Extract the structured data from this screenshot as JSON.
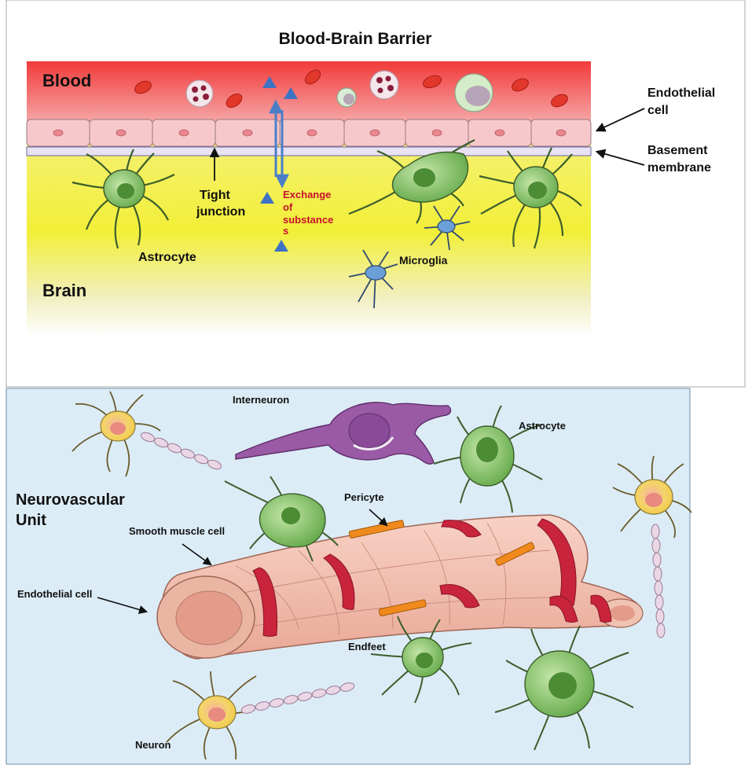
{
  "bbb": {
    "title": "Blood-Brain Barrier",
    "blood_label": "Blood",
    "brain_label": "Brain",
    "endothelial_label": [
      "Endothelial",
      "cell"
    ],
    "basement_label": [
      "Basement",
      "membrane"
    ],
    "tight_label": [
      "Tight",
      "junction"
    ],
    "exchange_label": [
      "Exchange",
      "of",
      "substance",
      "s"
    ],
    "astrocyte_label": "Astrocyte",
    "microglia_label": "Microglia"
  },
  "nvu": {
    "title": [
      "Neurovascular",
      "Unit"
    ],
    "interneuron_label": "Interneuron",
    "astrocyte_label": "Astrocyte",
    "pericyte_label": "Pericyte",
    "smooth_muscle_label": "Smooth muscle cell",
    "endothelial_label": "Endothelial cell",
    "endfeet_label": "Endfeet",
    "neuron_label": "Neuron"
  },
  "colors": {
    "blood": "#f04848",
    "brain": "#f3ef2a",
    "endothelium": "#f6c6c8",
    "astrocyte": "#86c46a",
    "microglia": "#7aa6d8",
    "interneuron": "#9a5aa6",
    "neuron": "#f0d24a",
    "vessel": "#f2b8a8",
    "smooth_muscle": "#c8243c",
    "pericyte": "#f08a1c",
    "nvu_background": "#dcecf6",
    "exchange_text": "#c8102e",
    "arrow_blue": "#4a7fc8"
  }
}
